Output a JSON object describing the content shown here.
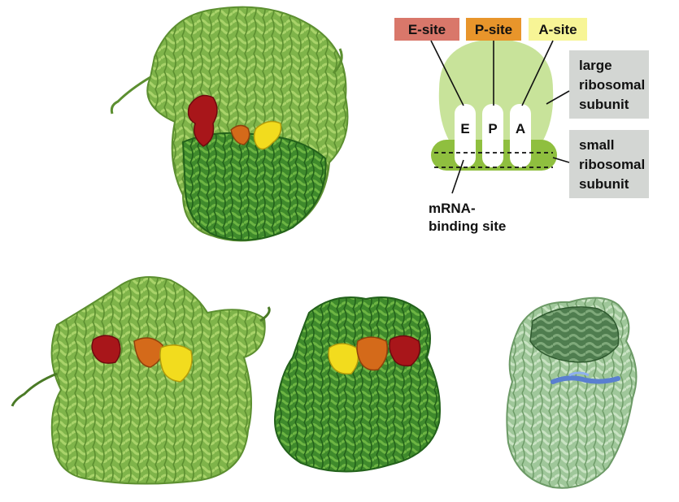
{
  "sites": {
    "e_label": "E-site",
    "p_label": "P-site",
    "a_label": "A-site",
    "e_letter": "E",
    "p_letter": "P",
    "a_letter": "A"
  },
  "labels": {
    "large_1": "large",
    "large_2": "ribosomal",
    "large_3": "subunit",
    "small_1": "small",
    "small_2": "ribosomal",
    "small_3": "subunit",
    "mrna_1": "mRNA-",
    "mrna_2": "binding site"
  },
  "colors": {
    "e_site": "#d9776a",
    "p_site": "#e8952b",
    "a_site": "#f7f596",
    "large_subunit": "#c8e39a",
    "small_subunit": "#8fbf3f",
    "label_box": "#d3d6d3",
    "trna_e": "#a8161a",
    "trna_p": "#d46a1a",
    "trna_a": "#f2dc1e",
    "mrna": "#5a7fd0"
  },
  "icons": [
    "ribosome-structure",
    "trna-molecule",
    "mrna-strand"
  ]
}
